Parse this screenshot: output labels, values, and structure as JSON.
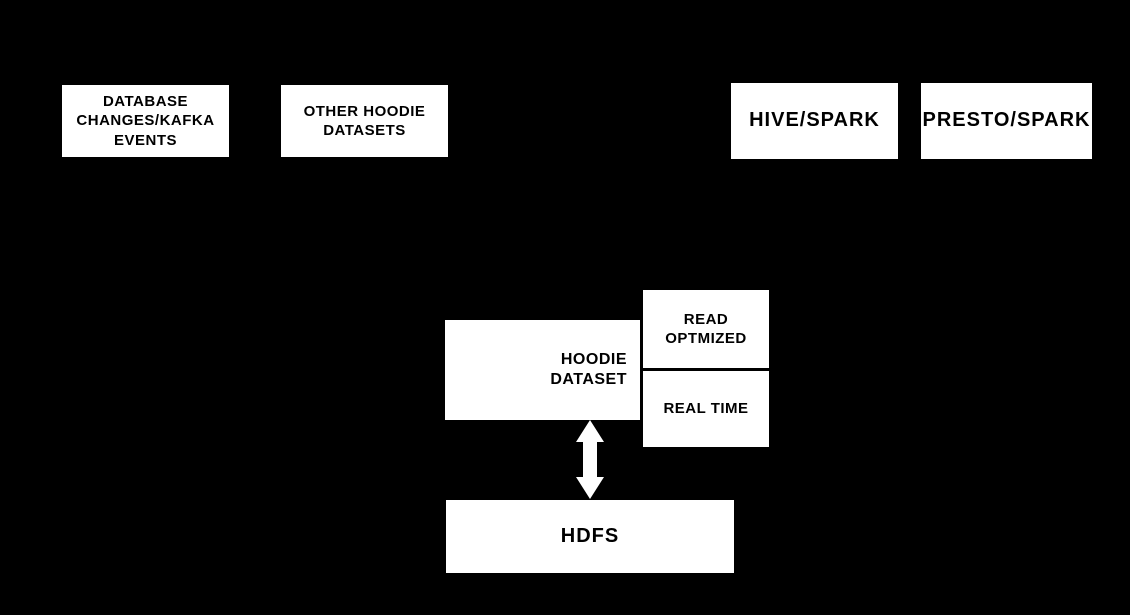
{
  "colors": {
    "background": "#000000",
    "node_fill": "#ffffff",
    "node_text": "#000000",
    "connector": "#ffffff"
  },
  "diagram": {
    "nodes": {
      "database_changes": {
        "line1": "DATABASE",
        "line2": "CHANGES/KAFKA",
        "line3": "EVENTS"
      },
      "other_hoodie": {
        "line1": "OTHER HOODIE",
        "line2": "DATASETS"
      },
      "hive_spark": {
        "label": "HIVE/SPARK"
      },
      "presto_spark": {
        "label": "PRESTO/SPARK"
      },
      "hoodie_dataset": {
        "line1": "HOODIE",
        "line2": "DATASET"
      },
      "read_optimized": {
        "line1": "READ",
        "line2": "OPTMIZED"
      },
      "real_time": {
        "label": "REAL TIME"
      },
      "hdfs": {
        "label": "HDFS"
      }
    },
    "connector": {
      "description": "bidirectional arrow between HOODIE DATASET and HDFS",
      "color": "#ffffff"
    }
  }
}
